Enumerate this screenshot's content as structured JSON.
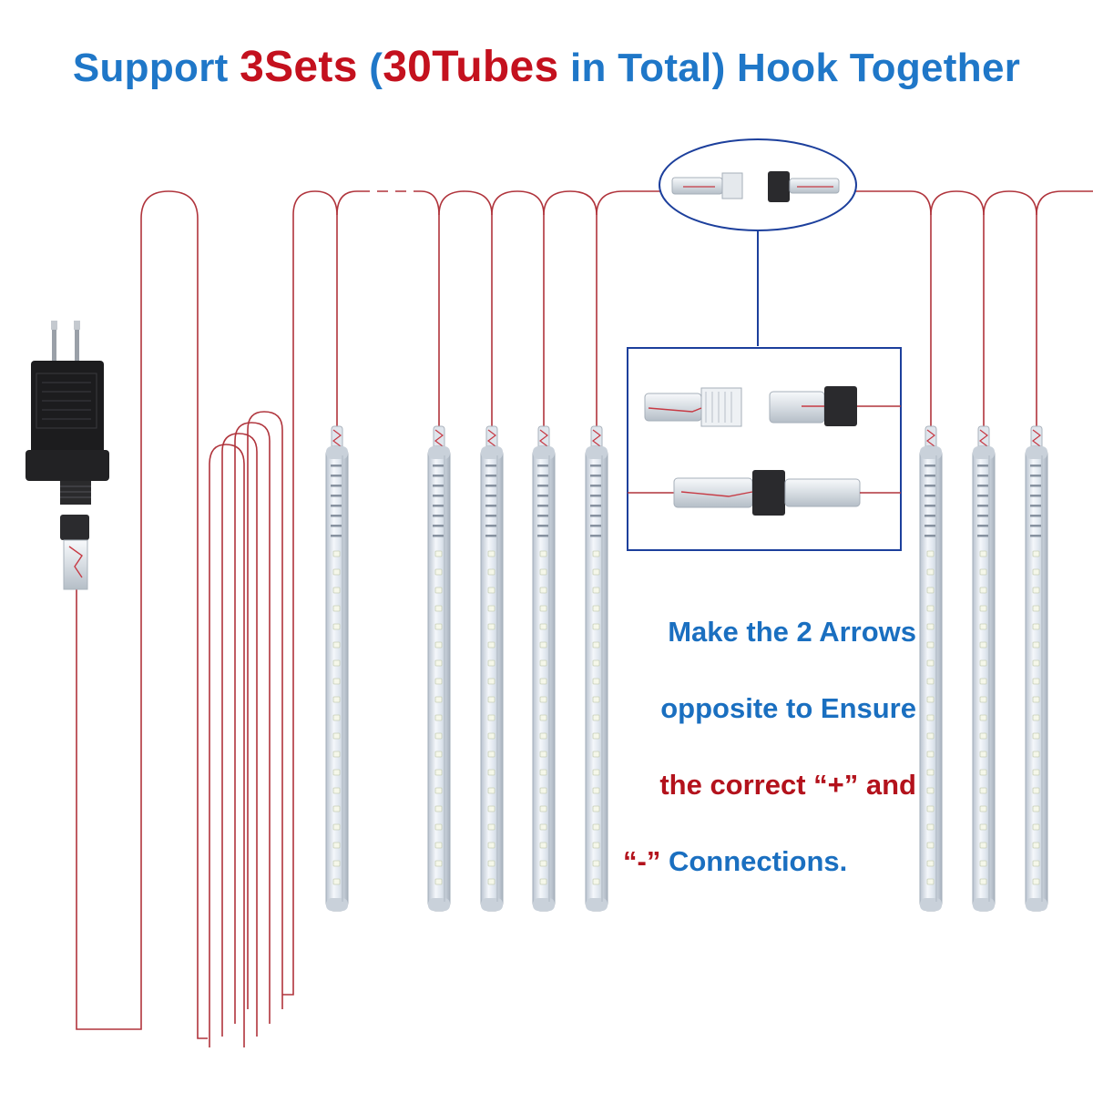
{
  "headline": {
    "part1": "Support ",
    "part2": "3Sets",
    "part3": " (",
    "part4": "30",
    "part5": "Tubes",
    "part6": " in Total) Hook Together"
  },
  "instructions": {
    "line1": "Make the 2 Arrows",
    "line2": "opposite to Ensure",
    "line3": "the correct “+” and",
    "line4_quote": "“-”",
    "line4_rest": " Connections."
  },
  "colors": {
    "headline_blue": "#1f77c8",
    "headline_red": "#c4111e",
    "wire": "#b0343c",
    "callout_blue": "#1c3f9c"
  },
  "icons": {
    "adapter": "power-adapter-icon",
    "tube": "led-meteor-tube-icon",
    "connector": "waterproof-connector-icon"
  }
}
